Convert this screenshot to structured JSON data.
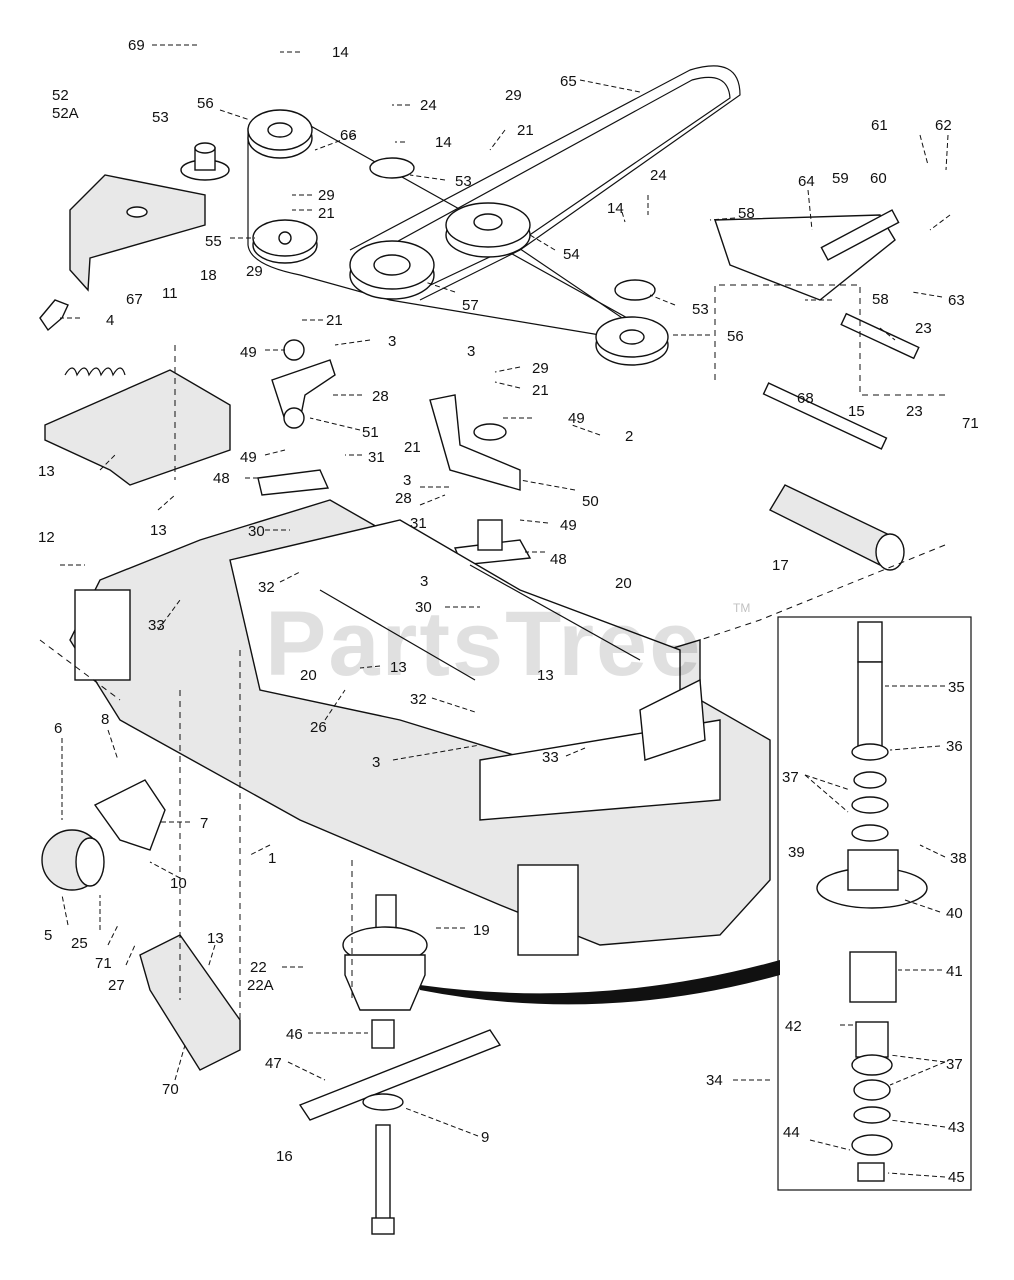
{
  "watermark": {
    "text": "PartsTree",
    "trademark": "TM"
  },
  "callouts": [
    {
      "id": "c69",
      "text": "69"
    },
    {
      "id": "c14a",
      "text": "14"
    },
    {
      "id": "c52",
      "text": "52"
    },
    {
      "id": "c52a",
      "text": "52A"
    },
    {
      "id": "c56a",
      "text": "56"
    },
    {
      "id": "c65",
      "text": "65"
    },
    {
      "id": "c24a",
      "text": "24"
    },
    {
      "id": "c29a",
      "text": "29"
    },
    {
      "id": "c53a",
      "text": "53"
    },
    {
      "id": "c66",
      "text": "66"
    },
    {
      "id": "c14b",
      "text": "14"
    },
    {
      "id": "c21a",
      "text": "21"
    },
    {
      "id": "c53b",
      "text": "53"
    },
    {
      "id": "c29b",
      "text": "29"
    },
    {
      "id": "c21b",
      "text": "21"
    },
    {
      "id": "c55",
      "text": "55"
    },
    {
      "id": "c14c",
      "text": "14"
    },
    {
      "id": "c24b",
      "text": "24"
    },
    {
      "id": "c54",
      "text": "54"
    },
    {
      "id": "c61",
      "text": "61"
    },
    {
      "id": "c62",
      "text": "62"
    },
    {
      "id": "c64",
      "text": "64"
    },
    {
      "id": "c59",
      "text": "59"
    },
    {
      "id": "c60",
      "text": "60"
    },
    {
      "id": "c58a",
      "text": "58"
    },
    {
      "id": "c63",
      "text": "63"
    },
    {
      "id": "c57",
      "text": "57"
    },
    {
      "id": "c53c",
      "text": "53"
    },
    {
      "id": "c58b",
      "text": "58"
    },
    {
      "id": "c18",
      "text": "18"
    },
    {
      "id": "c29c",
      "text": "29"
    },
    {
      "id": "c67",
      "text": "67"
    },
    {
      "id": "c11",
      "text": "11"
    },
    {
      "id": "c21c",
      "text": "21"
    },
    {
      "id": "c4",
      "text": "4"
    },
    {
      "id": "c56b",
      "text": "56"
    },
    {
      "id": "c3a",
      "text": "3"
    },
    {
      "id": "c49a",
      "text": "49"
    },
    {
      "id": "c23a",
      "text": "23"
    },
    {
      "id": "c3b",
      "text": "3"
    },
    {
      "id": "c29d",
      "text": "29"
    },
    {
      "id": "c68",
      "text": "68"
    },
    {
      "id": "c28a",
      "text": "28"
    },
    {
      "id": "c21d",
      "text": "21"
    },
    {
      "id": "c15",
      "text": "15"
    },
    {
      "id": "c23b",
      "text": "23"
    },
    {
      "id": "c71a",
      "text": "71"
    },
    {
      "id": "c49b",
      "text": "49"
    },
    {
      "id": "c51",
      "text": "51"
    },
    {
      "id": "c49c",
      "text": "49"
    },
    {
      "id": "c31a",
      "text": "31"
    },
    {
      "id": "c21e",
      "text": "21"
    },
    {
      "id": "c2",
      "text": "2"
    },
    {
      "id": "c13a",
      "text": "13"
    },
    {
      "id": "c48a",
      "text": "48"
    },
    {
      "id": "c3c",
      "text": "3"
    },
    {
      "id": "c28b",
      "text": "28"
    },
    {
      "id": "c50",
      "text": "50"
    },
    {
      "id": "c13b",
      "text": "13"
    },
    {
      "id": "c30a",
      "text": "30"
    },
    {
      "id": "c31b",
      "text": "31"
    },
    {
      "id": "c49d",
      "text": "49"
    },
    {
      "id": "c12",
      "text": "12"
    },
    {
      "id": "c48b",
      "text": "48"
    },
    {
      "id": "c17",
      "text": "17"
    },
    {
      "id": "c3d",
      "text": "3"
    },
    {
      "id": "c32a",
      "text": "32"
    },
    {
      "id": "c20a",
      "text": "20"
    },
    {
      "id": "c33a",
      "text": "33"
    },
    {
      "id": "c30b",
      "text": "30"
    },
    {
      "id": "c20b",
      "text": "20"
    },
    {
      "id": "c13c",
      "text": "13"
    },
    {
      "id": "c13d",
      "text": "13"
    },
    {
      "id": "c35",
      "text": "35"
    },
    {
      "id": "c26",
      "text": "26"
    },
    {
      "id": "c32b",
      "text": "32"
    },
    {
      "id": "c36",
      "text": "36"
    },
    {
      "id": "c3e",
      "text": "3"
    },
    {
      "id": "c33b",
      "text": "33"
    },
    {
      "id": "c6",
      "text": "6"
    },
    {
      "id": "c8",
      "text": "8"
    },
    {
      "id": "c37a",
      "text": "37"
    },
    {
      "id": "c7",
      "text": "7"
    },
    {
      "id": "c38",
      "text": "38"
    },
    {
      "id": "c1",
      "text": "1"
    },
    {
      "id": "c39",
      "text": "39"
    },
    {
      "id": "c10",
      "text": "10"
    },
    {
      "id": "c40",
      "text": "40"
    },
    {
      "id": "c5",
      "text": "5"
    },
    {
      "id": "c25",
      "text": "25"
    },
    {
      "id": "c71b",
      "text": "71"
    },
    {
      "id": "c13e",
      "text": "13"
    },
    {
      "id": "c19",
      "text": "19"
    },
    {
      "id": "c27",
      "text": "27"
    },
    {
      "id": "c22",
      "text": "22"
    },
    {
      "id": "c22a",
      "text": "22A"
    },
    {
      "id": "c41",
      "text": "41"
    },
    {
      "id": "c42",
      "text": "42"
    },
    {
      "id": "c46",
      "text": "46"
    },
    {
      "id": "c47",
      "text": "47"
    },
    {
      "id": "c37b",
      "text": "37"
    },
    {
      "id": "c70",
      "text": "70"
    },
    {
      "id": "c34",
      "text": "34"
    },
    {
      "id": "c9",
      "text": "9"
    },
    {
      "id": "c44",
      "text": "44"
    },
    {
      "id": "c43",
      "text": "43"
    },
    {
      "id": "c16",
      "text": "16"
    },
    {
      "id": "c45",
      "text": "45"
    }
  ]
}
